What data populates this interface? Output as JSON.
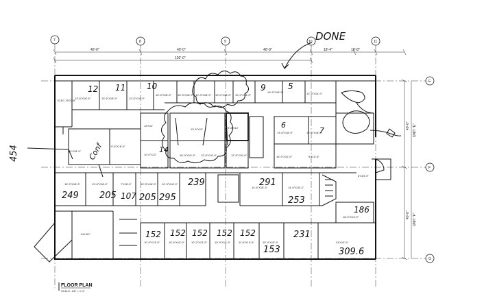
{
  "grid": {
    "columns": [
      "7",
      "8",
      "9",
      "10",
      "11"
    ],
    "rows": [
      "E",
      "F",
      "G"
    ]
  },
  "dimensions": {
    "top": [
      "40'-0\"",
      "40'-0\"",
      "40'-0\"",
      "18'-4\"",
      "19'-8\""
    ],
    "overall": "120'-0\"",
    "right": [
      "40'-0\"",
      "40'-0\""
    ],
    "unit_labels": [
      "UNIT \"E\"",
      "UNIT \"F\""
    ]
  },
  "rooms": {
    "elec": "ELEC. ROOM",
    "r1": "13'-6\"X18'-9\"",
    "r2": "13'-6\"X18'-9\"",
    "r3": "12'-6\"X18'-9\"",
    "r4": "10'-9\"X18'-9\"",
    "r5": "10'-9\"X18'-9\"",
    "r6": "10'-3\"X18'-9\"",
    "r7": "10'-0\"X18'-9\"",
    "r8": "10'-9\"X18'-9\"",
    "r9": "19'-6\"X18'-9\"",
    "r10": "12'-9\"X14'-9\"",
    "r11": "13'-6\"X18'-9\"",
    "r12": "12'-6\"X18'-6\"",
    "r13": "24'X18'-9\"",
    "r14": "12'X12'",
    "r15": "13'-6\"X12'",
    "r16": "9'-6\"X12'",
    "r17": "10'-0\"X12'",
    "r18": "16'-9\"X10'-9\"",
    "r19": "12'-6\"X10'-9\"",
    "r20": "12'-6\"X10'-6\"",
    "r21": "16'-3\"X18'-9\"",
    "r22": "13'-6\"X18'-9\"",
    "r23": "7'X18'-9\"",
    "r24": "10'-3\"X18'-9\"",
    "r25": "10'-3\"X18'-9\"",
    "r26": "14'-6\"X18'-3\"",
    "r27": "14'-6\"X18'-3\"",
    "r28": "16'-9\"X10'-9\"",
    "r29": "9'X10'-6\"",
    "r30": "24'X13'-9\"",
    "r31": "18'-9\"X13'-9\"",
    "r32": "10'-9\"X13'-9\"",
    "r33": "10'-9\"X13'-9\"",
    "r34": "10'-3\"X13'-9\"",
    "r35": "10'-9\"X13'-9\"",
    "r36": "11'-6\"X13'-9\"",
    "r37": "15'-9\"X13'-9\"",
    "r38": "3/8 M.F.",
    "r39": "8'X19'-9\"",
    "r40": "9'-6\"X18'-9\""
  },
  "handwriting": {
    "done": "DONE",
    "label_454": "454",
    "label_12": "12",
    "label_11": "11",
    "label_10": "10",
    "label_9": "9",
    "label_5": "5",
    "label_6": "6",
    "label_7": "7",
    "label_14": "14",
    "label_249": "249",
    "label_205a": "205",
    "label_107": "107",
    "label_205b": "205",
    "label_295": "295",
    "label_239": "239",
    "label_291": "291",
    "label_253": "253",
    "label_186": "186",
    "label_152a": "152",
    "label_152b": "152",
    "label_152c": "152",
    "label_152d": "152",
    "label_152e": "152",
    "label_153": "153",
    "label_231": "231",
    "label_309": "309.6",
    "label_conf": "Conf"
  },
  "title": {
    "main": "FLOOR PLAN",
    "scale": "SCALE: 1/8\" = 1'-0\""
  }
}
